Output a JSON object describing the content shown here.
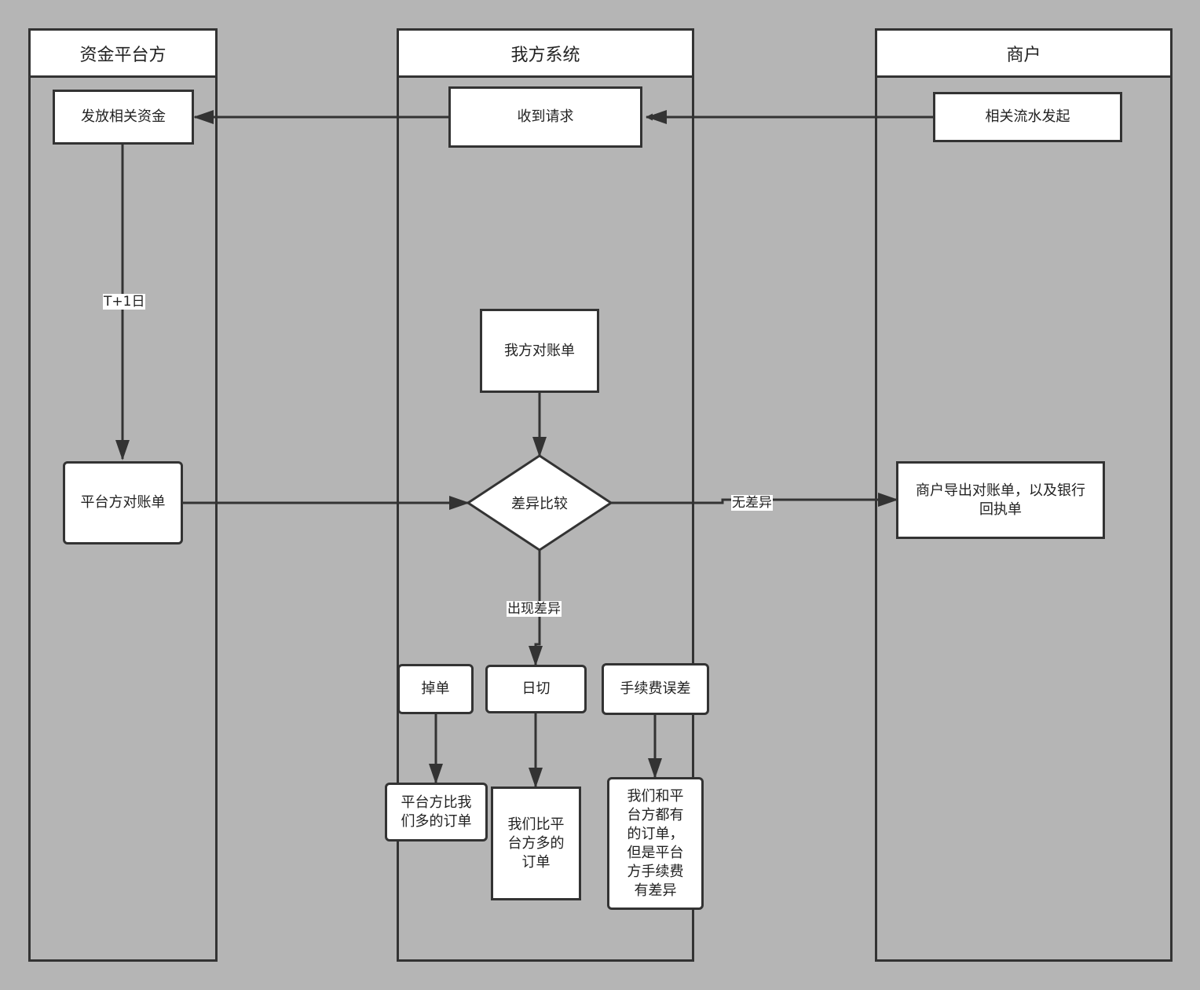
{
  "lanes": {
    "funding_platform": "资金平台方",
    "our_system": "我方系统",
    "merchant": "商户"
  },
  "nodes": {
    "release_funds": "发放相关资金",
    "receive_request": "收到请求",
    "initiate_transaction": "相关流水发起",
    "our_statement": "我方对账单",
    "platform_statement": "平台方对账单",
    "compare": "差异比较",
    "merchant_export": "商户导出对账单，以及银行回执单",
    "lost_order": "掉单",
    "day_cut": "日切",
    "fee_error": "手续费误差",
    "platform_more": "平台方比我们多的订单",
    "we_more": "我们比平台方多的订单",
    "fee_diff": "我们和平台方都有的订单，但是平台方手续费有差异"
  },
  "edge_labels": {
    "t_plus_1": "T+1日",
    "no_diff": "无差异",
    "diff_found": "出现差异"
  },
  "colors": {
    "background": "#b5b5b5",
    "stroke": "#333333",
    "box_fill": "#ffffff"
  }
}
